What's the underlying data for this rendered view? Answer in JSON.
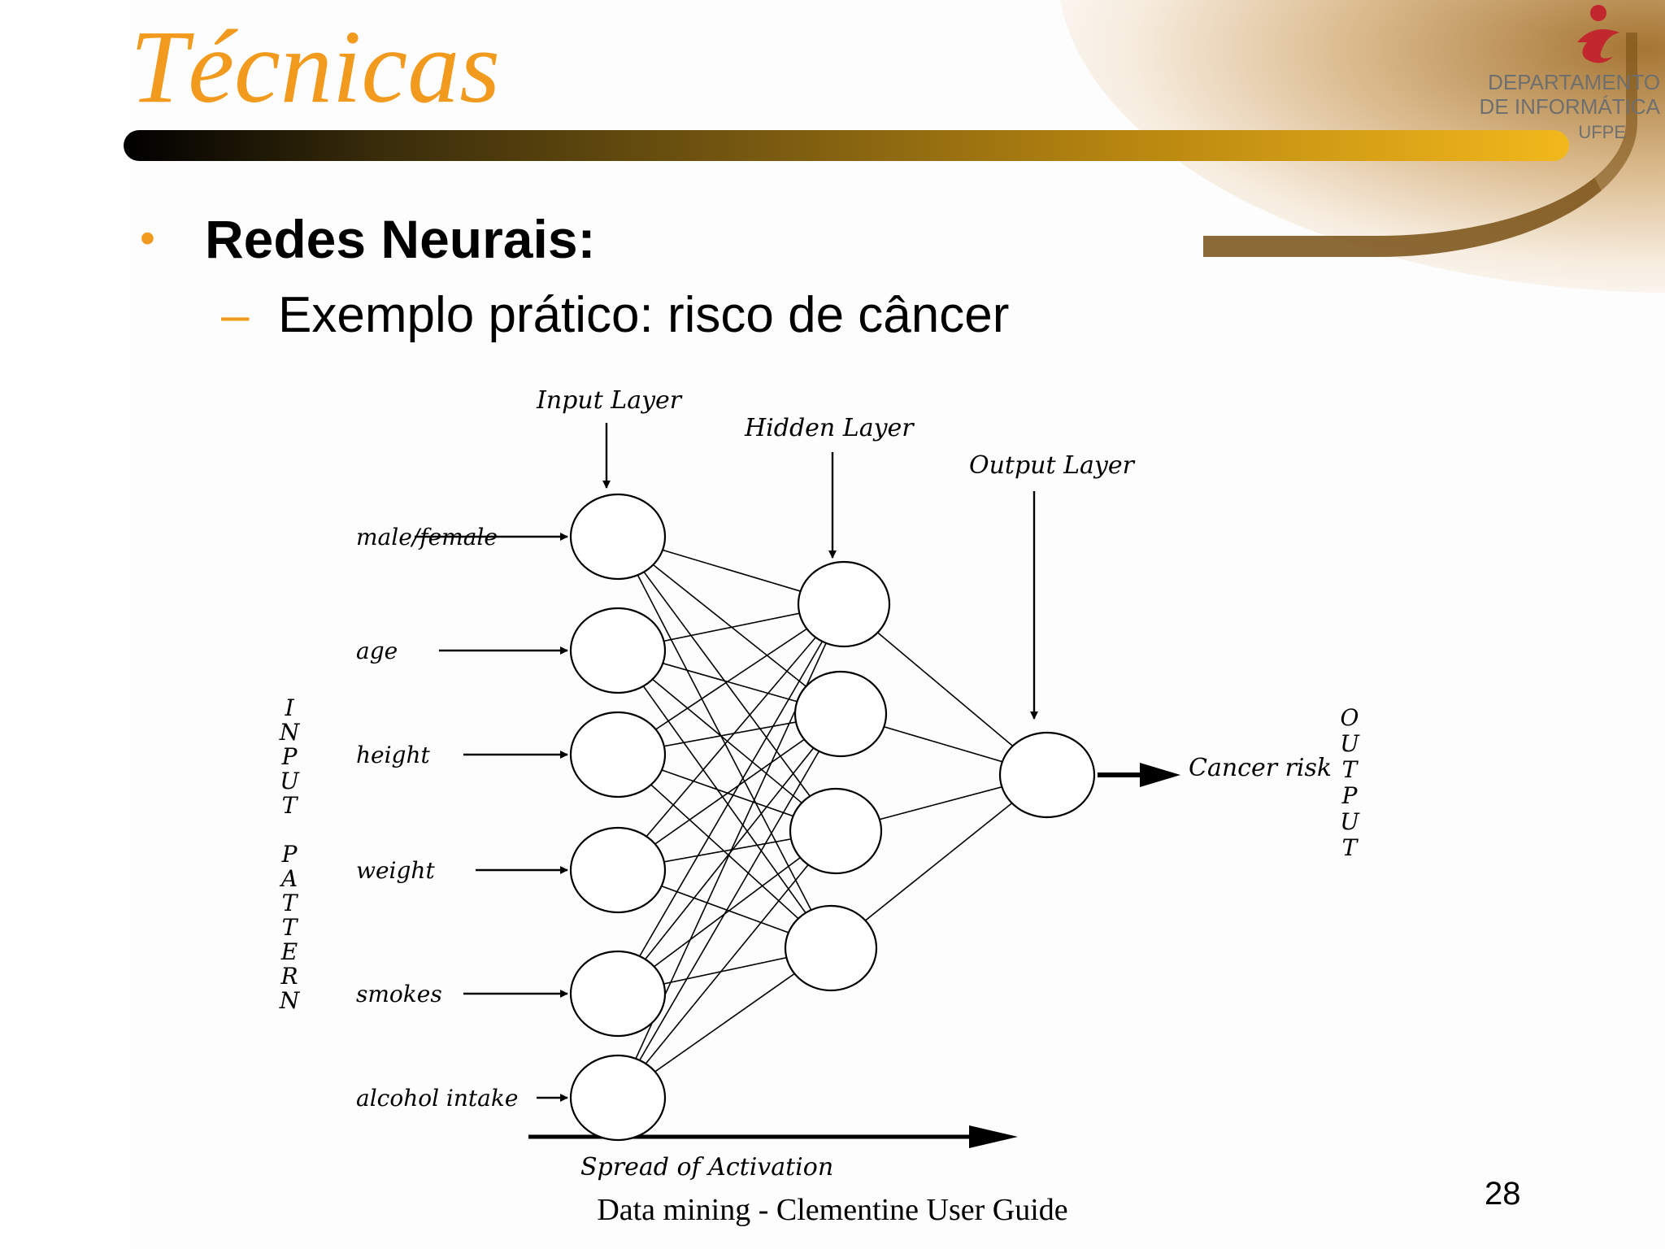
{
  "slide": {
    "title": "Técnicas",
    "bullet": "Redes Neurais:",
    "subbullet": "Exemplo prático: risco de câncer",
    "caption": "Data mining - Clementine User Guide",
    "page_number": "28",
    "accent_color": "#f29a1d"
  },
  "logo": {
    "lines": [
      "DEPARTAMENTO",
      "DE INFORMÁTICA",
      "UFPE"
    ]
  },
  "diagram": {
    "layer_labels": {
      "input": "Input Layer",
      "hidden": "Hidden Layer",
      "output": "Output Layer"
    },
    "inputs": [
      "male/female",
      "age",
      "height",
      "weight",
      "smokes",
      "alcohol intake"
    ],
    "hidden_count": 4,
    "output_label": "Cancer risk",
    "left_vertical": [
      "I",
      "N",
      "P",
      "U",
      "T",
      "",
      "P",
      "A",
      "T",
      "T",
      "E",
      "R",
      "N"
    ],
    "right_vertical": [
      "O",
      "U",
      "T",
      "P",
      "U",
      "T"
    ],
    "spread_label": "Spread of Activation"
  }
}
